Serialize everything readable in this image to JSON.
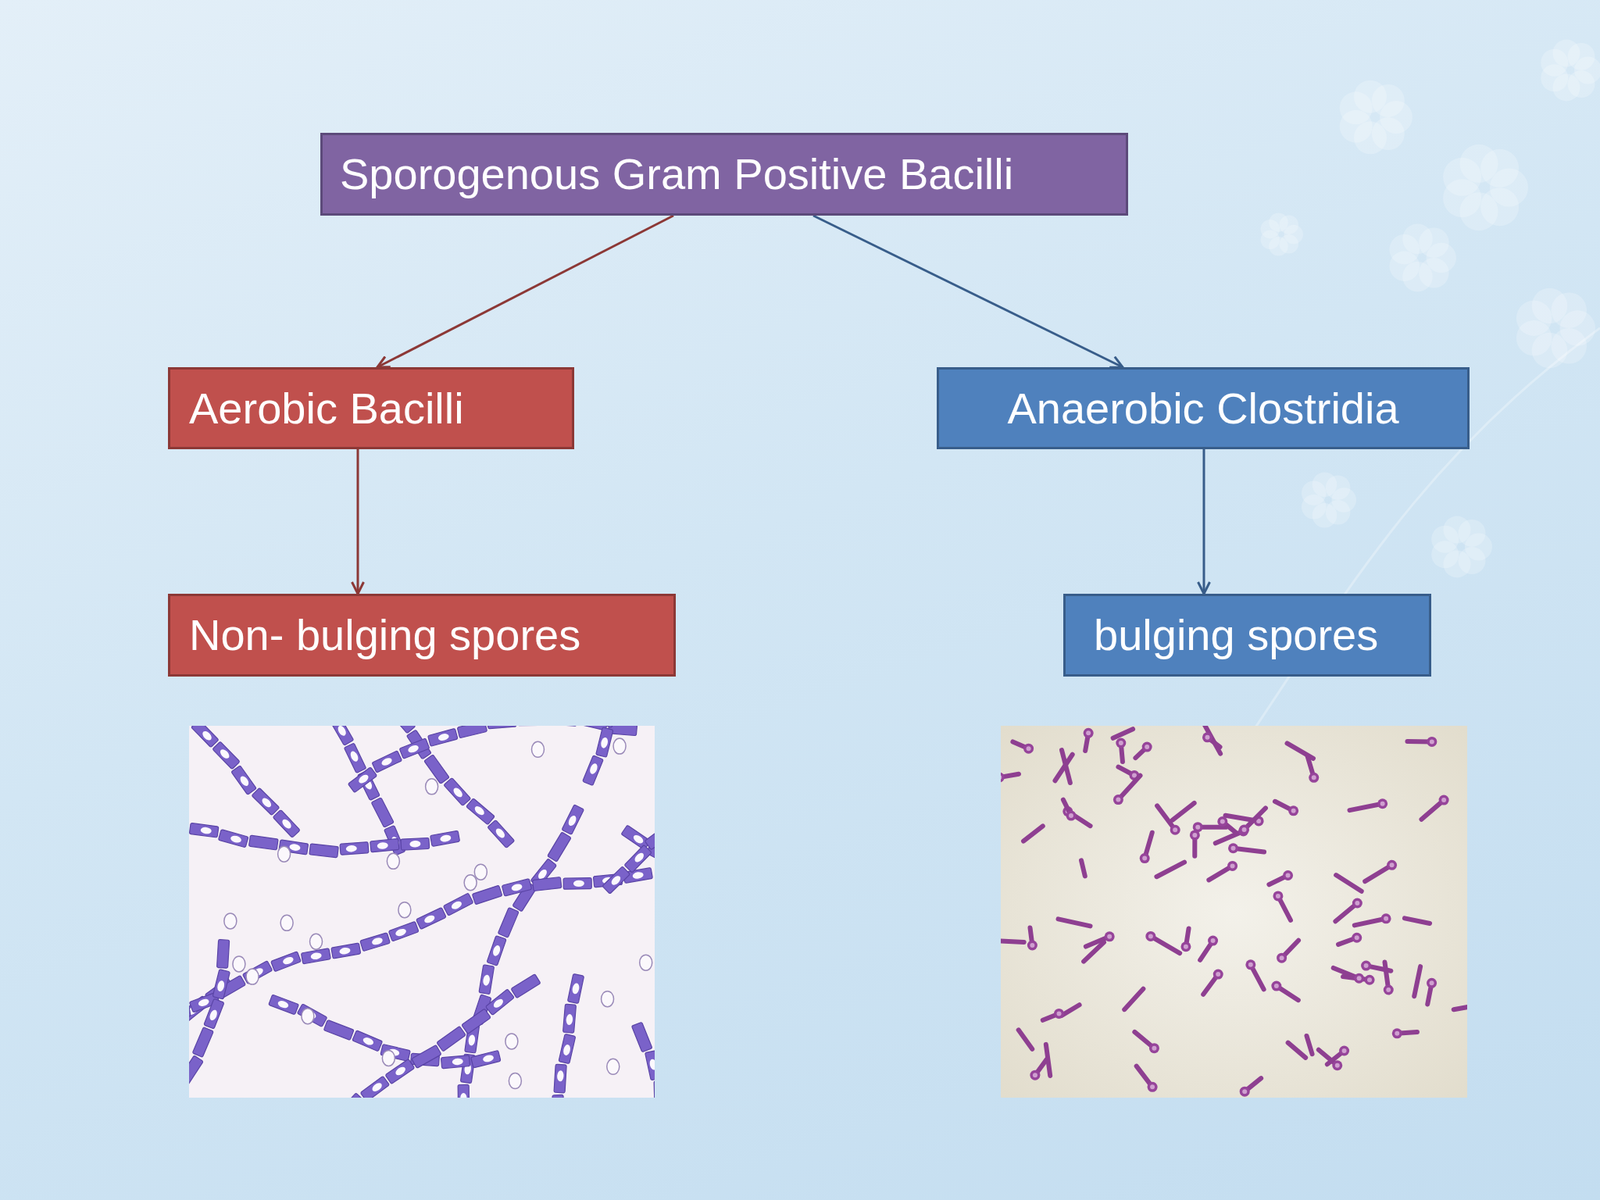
{
  "diagram": {
    "nodes": [
      {
        "text": [
          "Sporogenous Gram Positive Bacilli"
        ]
      },
      {
        "text": [
          "Aerobic Bacilli"
        ]
      },
      {
        "text": [
          "Anaerobic Clostridia"
        ]
      },
      {
        "text": [
          "Non- bulging spores"
        ]
      },
      {
        "text": [
          "bulging spores"
        ]
      }
    ],
    "edges": [
      {
        "from": 0,
        "to": 1,
        "arrow": "to"
      },
      {
        "from": 0,
        "to": 2,
        "arrow": "to"
      },
      {
        "from": 1,
        "to": 3,
        "arrow": "to"
      },
      {
        "from": 2,
        "to": 4,
        "arrow": "to"
      }
    ]
  }
}
